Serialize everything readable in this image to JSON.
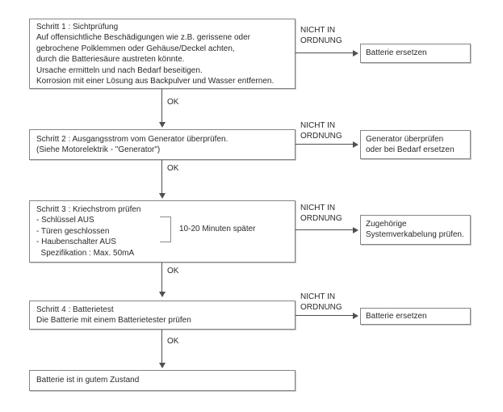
{
  "flowchart": {
    "ok_label": "OK",
    "fail_label_line1": "NICHT IN",
    "fail_label_line2": "ORDNUNG",
    "steps": [
      {
        "lines": [
          "Schritt 1 : Sichtprüfung",
          "Auf offensichtliche Beschädigungen wie z.B. gerissene oder",
          "gebrochene Polklemmen oder Gehäuse/Deckel achten,",
          "durch die Batteriesäure austreten könnte.",
          "Ursache ermitteln und nach Bedarf beseitigen.",
          "Korrosion mit einer Lösung aus Backpulver und Wasser entfernen."
        ],
        "remedy": [
          "Batterie ersetzen"
        ]
      },
      {
        "lines": [
          "Schritt 2 : Ausgangsstrom vom Generator überprüfen.",
          "(Siehe Motorelektrik - \"Generator\")"
        ],
        "remedy": [
          "Generator überprüfen",
          "oder bei Bedarf ersetzen"
        ]
      },
      {
        "lines": [
          "Schritt 3 : Kriechstrom prüfen",
          "- Schlüssel AUS",
          "- Türen geschlossen",
          "- Haubenschalter AUS",
          "  Spezifikation : Max. 50mA"
        ],
        "annotation": "10-20 Minuten später",
        "remedy": [
          "Zugehörige",
          "Systemverkabelung prüfen."
        ]
      },
      {
        "lines": [
          "Schritt 4 : Batterietest",
          "Die Batterie mit einem Batterietester prüfen"
        ],
        "remedy": [
          "Batterie ersetzen"
        ]
      }
    ],
    "final_box": "Batterie ist in gutem Zustand",
    "colors": {
      "box_border": "#858585",
      "connector": "#4f4f4f",
      "text": "#2a2a2a",
      "background": "#ffffff"
    }
  }
}
